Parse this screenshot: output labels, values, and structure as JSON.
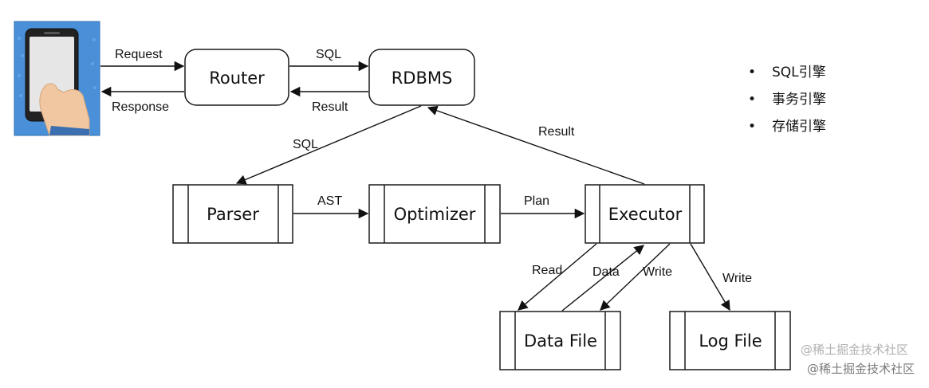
{
  "nodes": {
    "router": "Router",
    "rdbms": "RDBMS",
    "parser": "Parser",
    "optimizer": "Optimizer",
    "executor": "Executor",
    "data_file": "Data File",
    "log_file": "Log File"
  },
  "edges": {
    "request": "Request",
    "response": "Response",
    "sql_top": "SQL",
    "result_top": "Result",
    "sql_down": "SQL",
    "result_up": "Result",
    "ast": "AST",
    "plan": "Plan",
    "read": "Read",
    "data": "Data",
    "write_data": "Write",
    "write_log": "Write"
  },
  "bullets": [
    "SQL引擎",
    "事务引擎",
    "存储引擎"
  ],
  "bullet_marker": "•",
  "watermark": "@稀土掘金技术社区",
  "phone_icon": "phone-in-hand-icon"
}
